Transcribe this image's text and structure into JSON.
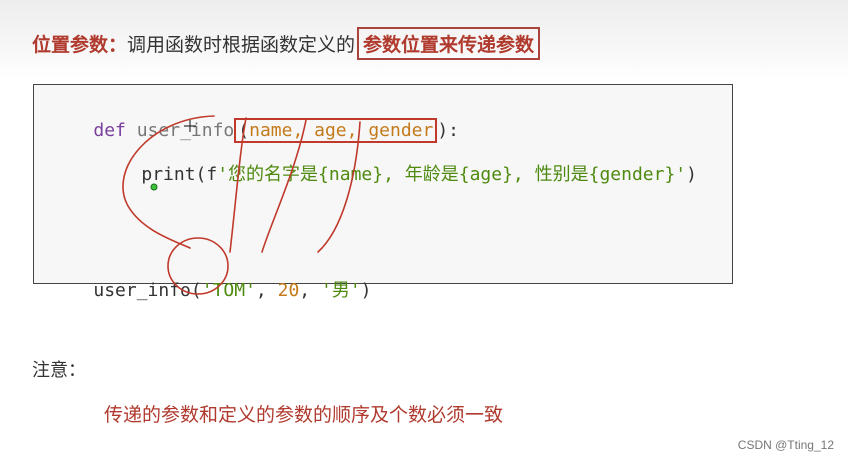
{
  "heading": {
    "term": "位置参数：",
    "description": "调用函数时根据函数定义的",
    "highlight": "参数位置来传递参数"
  },
  "code": {
    "line1": {
      "keyword": "def",
      "func_name": "user_info",
      "paren_open": "(",
      "params": "name, age, gender",
      "paren_close": "):"
    },
    "line2": {
      "call": "print(f",
      "fstring": "'您的名字是{name}, 年龄是{age}, 性别是{gender}'",
      "close": ")"
    },
    "line3": {
      "func_name": "user_info(",
      "arg1": "'TOM'",
      "sep1": ", ",
      "arg2": "20",
      "sep2": ", ",
      "arg3": "'男'",
      "close": ")"
    }
  },
  "note": {
    "label": "注意：",
    "text": "传递的参数和定义的参数的顺序及个数必须一致"
  },
  "watermark": "CSDN @Tting_12",
  "colors": {
    "accent_red": "#b03a2e",
    "annotation_red": "#c0392b",
    "param_orange": "#c47a1a",
    "string_green": "#4f8a10",
    "keyword_purple": "#7a3e9d"
  }
}
